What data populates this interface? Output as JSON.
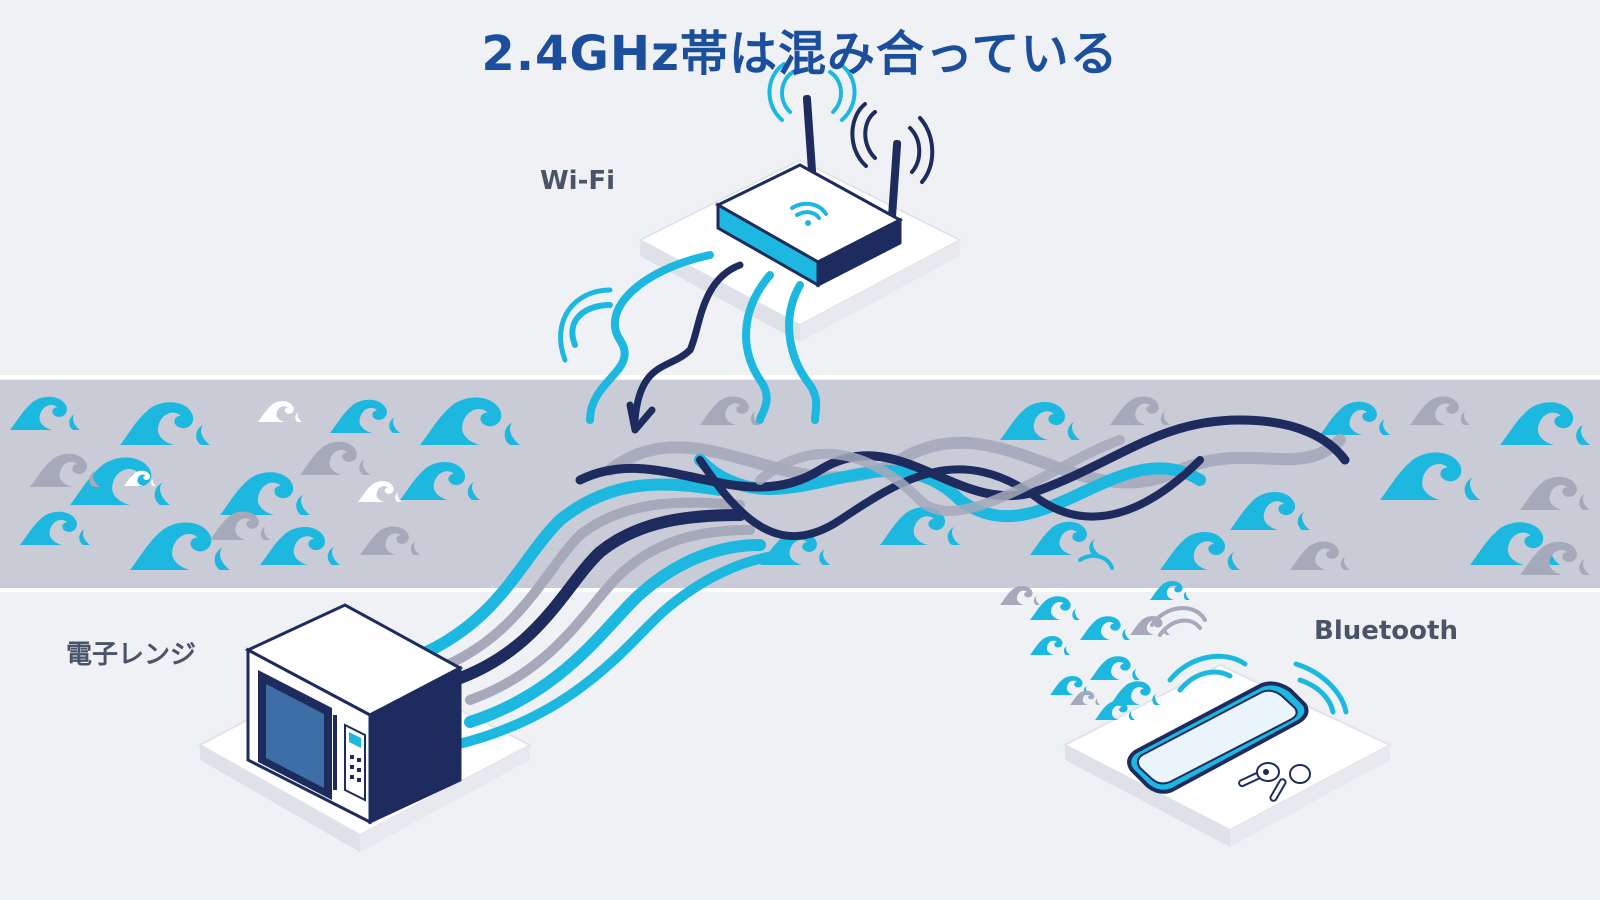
{
  "title": "2.4GHz帯は混み合っている",
  "labels": {
    "wifi": "Wi-Fi",
    "microwave": "電子レンジ",
    "bluetooth": "Bluetooth"
  },
  "devices": {
    "router": "router-icon",
    "microwave": "microwave-icon",
    "smartphone": "smartphone-icon",
    "earbuds": "earbuds-icon"
  },
  "colors": {
    "background": "#f0f1f5",
    "title": "#1b4f9c",
    "band": "#c9cbd6",
    "cyan": "#1db8e0",
    "navy": "#1e2b5e",
    "gray_wave": "#a5a9ba"
  }
}
